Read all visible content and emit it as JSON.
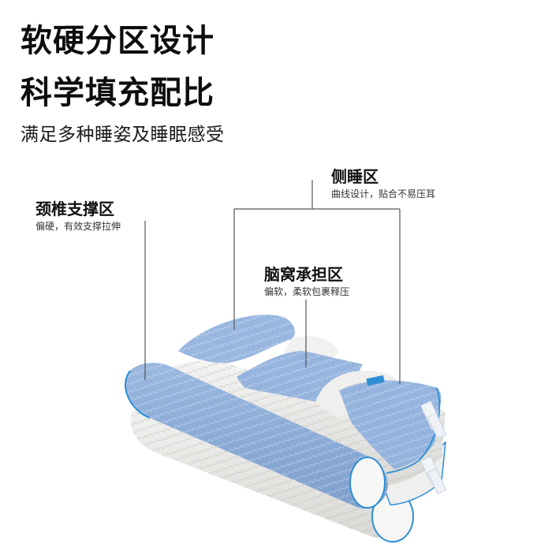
{
  "headline": {
    "line1": "软硬分区设计",
    "line2": "科学填充配比",
    "subtitle": "满足多种睡姿及睡眠感受"
  },
  "zones": [
    {
      "id": "neck",
      "title": "颈椎支撑区",
      "desc": "偏硬，有效支撑拉伸"
    },
    {
      "id": "side",
      "title": "侧睡区",
      "desc": "曲线设计，贴合不易压耳"
    },
    {
      "id": "occipital",
      "title": "脑窝承担区",
      "desc": "偏软，柔软包裹释压"
    }
  ],
  "colors": {
    "zone_blue": "#8fb0dc",
    "piping_blue": "#2e8fd6",
    "fabric_white": "#ececea",
    "leader_line": "#555555"
  }
}
